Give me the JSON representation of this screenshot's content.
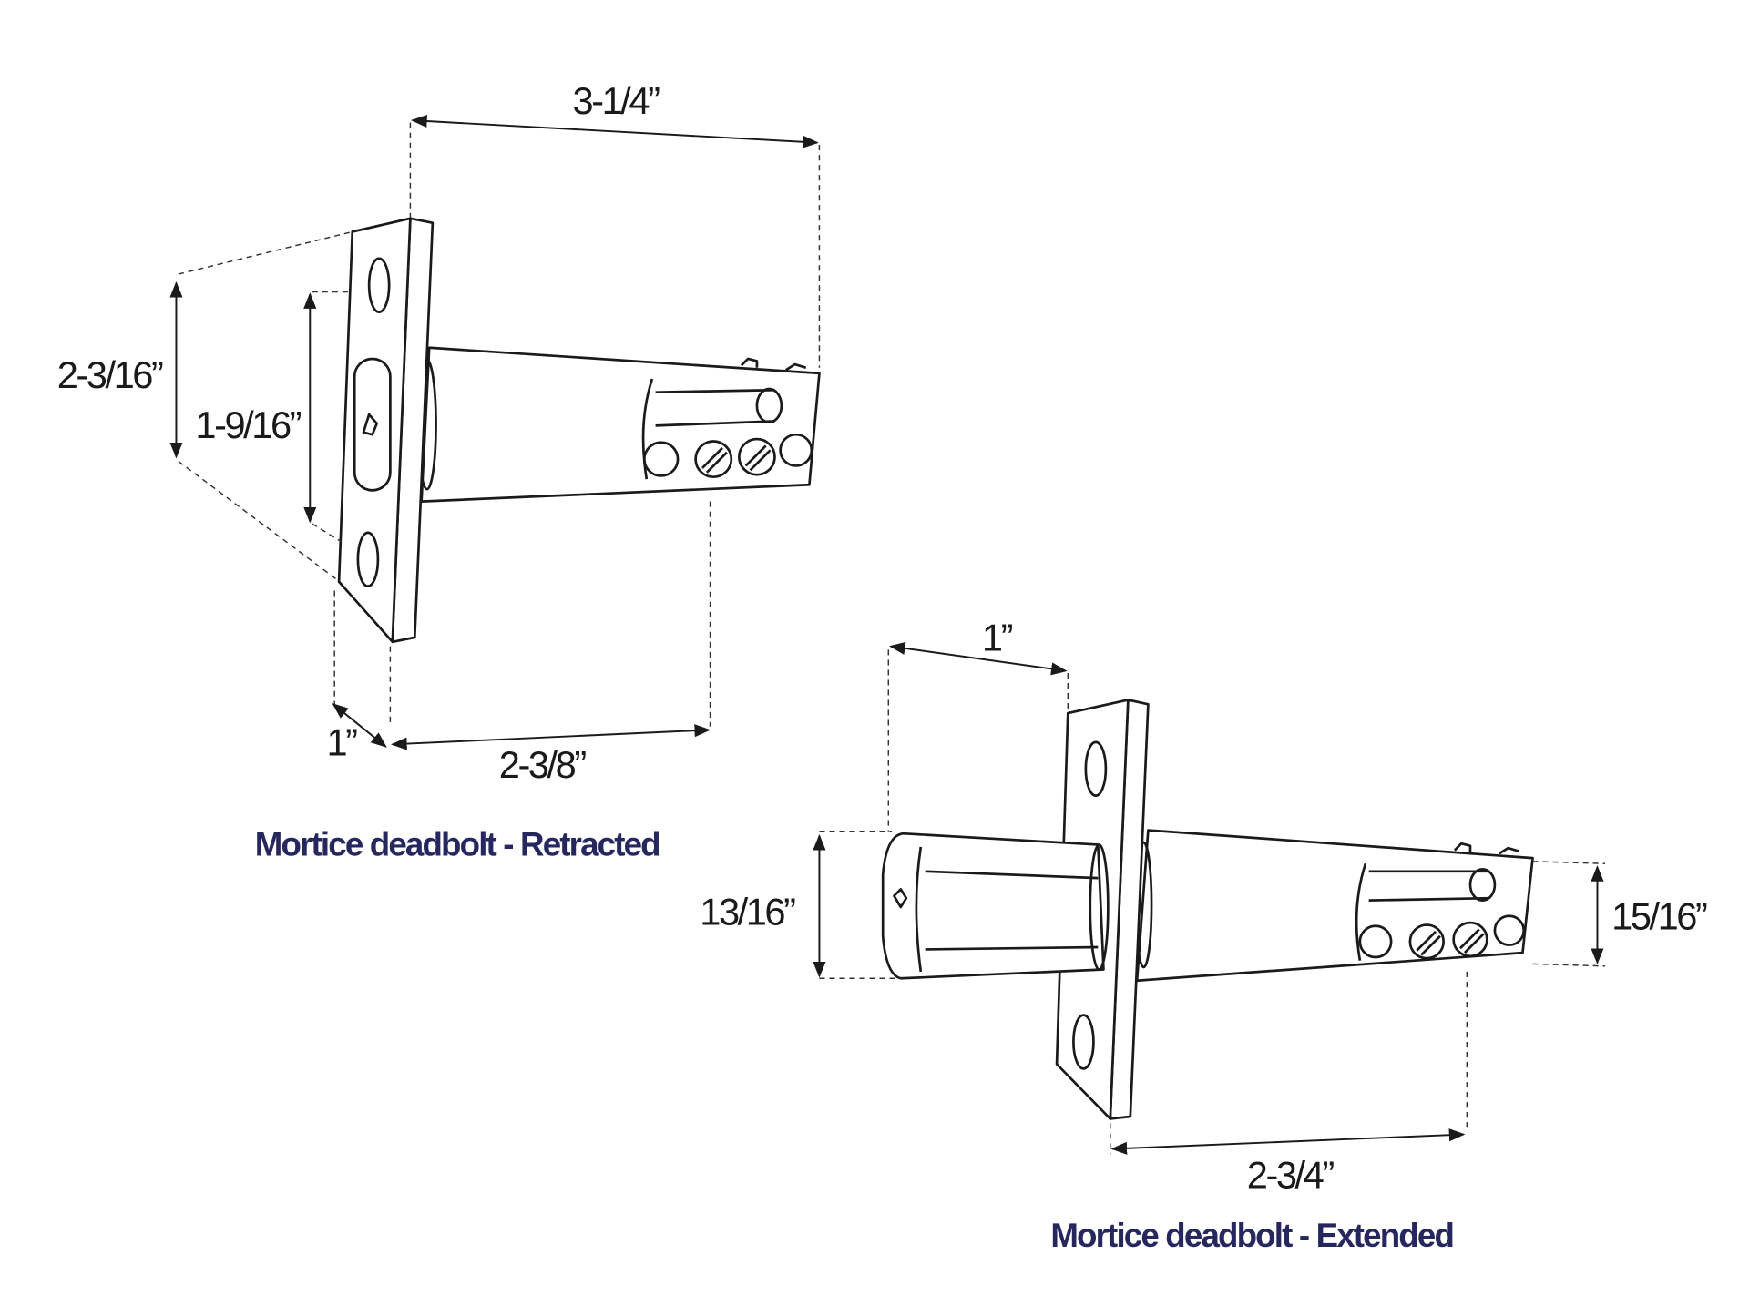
{
  "colors": {
    "line": "#1a1a1a",
    "caption": "#27275f"
  },
  "retracted": {
    "caption": "Mortice deadbolt - Retracted",
    "dims": {
      "overall_length": "3-1/4”",
      "faceplate_height": "2-3/16”",
      "bolt_height": "1-9/16”",
      "faceplate_width": "1”",
      "backset_body": "2-3/8”"
    }
  },
  "extended": {
    "caption": "Mortice deadbolt - Extended",
    "dims": {
      "throw": "1”",
      "bolt_height": "13/16”",
      "body_height": "15/16”",
      "body_length": "2-3/4”"
    }
  }
}
